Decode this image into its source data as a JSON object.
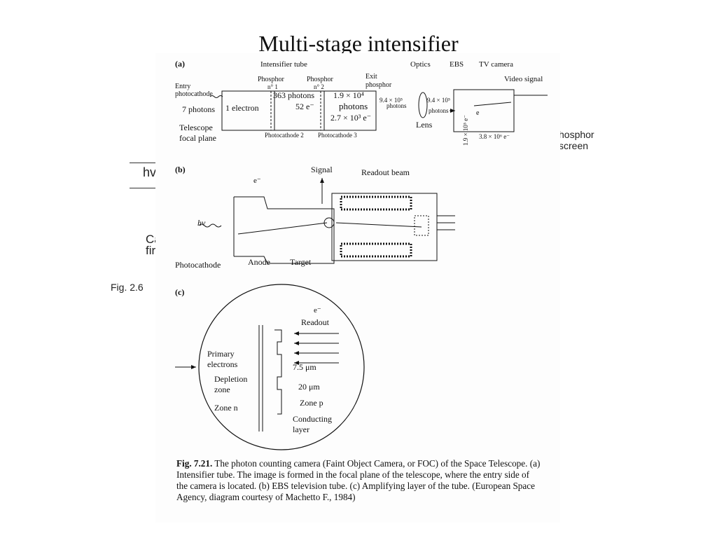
{
  "slide": {
    "title": "Multi-stage intensifier"
  },
  "background": {
    "left_fragments": [
      "hv",
      "Ca",
      "firs",
      "Fig. 2.6"
    ],
    "right_fragments": [
      "hosphor",
      "screen"
    ]
  },
  "panel_a": {
    "label": "(a)",
    "tube_title": "Intensifier tube",
    "optics": "Optics",
    "ebs": "EBS",
    "tv_camera": "TV camera",
    "video_signal": "Video signal",
    "entry_photocathode": [
      "Entry",
      "photocathode"
    ],
    "phosphor1": [
      "Phosphor",
      "n° 1"
    ],
    "phosphor2": [
      "Phosphor",
      "n° 2"
    ],
    "exit_phosphor": [
      "Exit",
      "phosphor"
    ],
    "photons_7": "7 photons",
    "electron_1": "1 electron",
    "photons_363": "363 photons",
    "e_52": "52 e⁻",
    "photons_19e4": "1.9 × 10⁴",
    "photons_word": "photons",
    "e_27e3": "2.7 × 10³ e⁻",
    "photons_94e5": [
      "9.4 × 10⁵",
      "photons"
    ],
    "lens_photons": [
      "9.4 × 10⁵",
      "photons"
    ],
    "lens": "Lens",
    "vertical_value": "1.9 × 10⁵ e⁻",
    "e_38e6": "3.8 × 10⁶ e⁻",
    "e_label": "e",
    "telescope": [
      "Telescope",
      "focal plane"
    ],
    "photocathode2": "Photocathode 2",
    "photocathode3": "Photocathode 3"
  },
  "panel_b": {
    "label": "(b)",
    "signal": "Signal",
    "readout_beam": "Readout beam",
    "e_minus": "e⁻",
    "hv": "hν",
    "photocathode": "Photocathode",
    "anode": "Anode",
    "target": "Target"
  },
  "panel_c": {
    "label": "(c)",
    "e_minus": "e⁻",
    "readout": "Readout",
    "primary_electrons": [
      "Primary",
      "electrons"
    ],
    "um75": "7.5 μm",
    "um20": "20 μm",
    "depletion": [
      "Depletion",
      "zone"
    ],
    "zone_p": "Zone p",
    "zone_n": "Zone n",
    "conducting": [
      "Conducting",
      "layer"
    ]
  },
  "caption": {
    "fig_no": "Fig. 7.21.",
    "text": "The photon counting camera (Faint Object Camera, or FOC) of the Space Telescope. (a) Intensifier tube. The image is formed in the focal plane of the telescope, where the entry side of the camera is located. (b) EBS television tube. (c) Amplifying layer of the tube. (European Space Agency, diagram courtesy of Machetto F., 1984)"
  }
}
